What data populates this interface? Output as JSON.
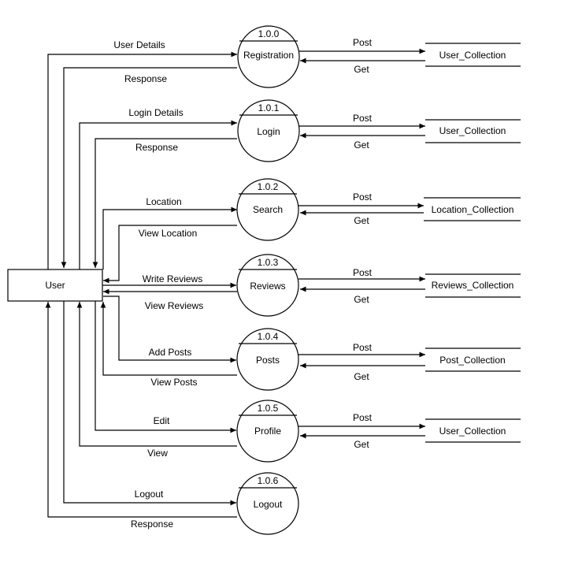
{
  "entity": {
    "label": "User"
  },
  "processes": [
    {
      "id": "1.0.0",
      "name": "Registration"
    },
    {
      "id": "1.0.1",
      "name": "Login"
    },
    {
      "id": "1.0.2",
      "name": "Search"
    },
    {
      "id": "1.0.3",
      "name": "Reviews"
    },
    {
      "id": "1.0.4",
      "name": "Posts"
    },
    {
      "id": "1.0.5",
      "name": "Profile"
    },
    {
      "id": "1.0.6",
      "name": "Logout"
    }
  ],
  "stores": [
    {
      "name": "User_Collection",
      "post": "Post",
      "get": "Get"
    },
    {
      "name": "User_Collection",
      "post": "Post",
      "get": "Get"
    },
    {
      "name": "Location_Collection",
      "post": "Post",
      "get": "Get"
    },
    {
      "name": "Reviews_Collection",
      "post": "Post",
      "get": "Get"
    },
    {
      "name": "Post_Collection",
      "post": "Post",
      "get": "Get"
    },
    {
      "name": "User_Collection",
      "post": "Post",
      "get": "Get"
    }
  ],
  "flows": [
    {
      "to_process": "User Details",
      "to_user": "Response"
    },
    {
      "to_process": "Login Details",
      "to_user": "Response"
    },
    {
      "to_process": "Location",
      "to_user": "View Location"
    },
    {
      "to_process": "Write Reviews",
      "to_user": "View Reviews"
    },
    {
      "to_process": "Add Posts",
      "to_user": "View Posts"
    },
    {
      "to_process": "Edit",
      "to_user": "View"
    },
    {
      "to_process": "Logout",
      "to_user": "Response"
    }
  ]
}
